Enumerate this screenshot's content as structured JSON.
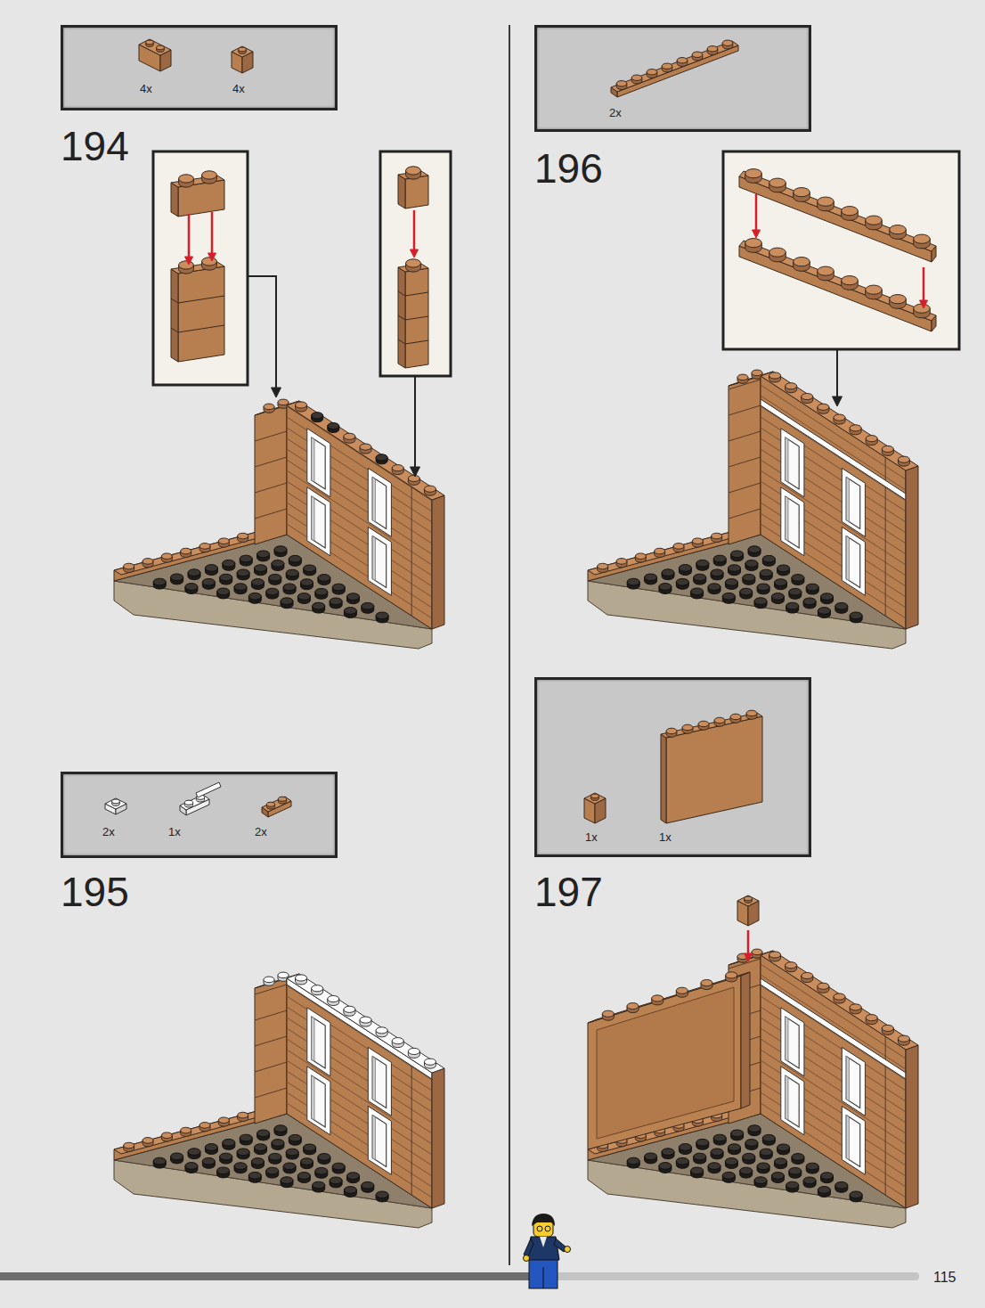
{
  "diagram": {
    "nodes": [
      {
        "text": [
          "4x",
          "4x"
        ]
      },
      {
        "text": [
          "2x"
        ]
      },
      {
        "text": [
          "2x",
          "1x",
          "2x"
        ]
      },
      {
        "text": [
          "1x",
          "1x"
        ]
      }
    ],
    "labels": [
      "194",
      "196",
      "195",
      "197",
      "115"
    ]
  }
}
